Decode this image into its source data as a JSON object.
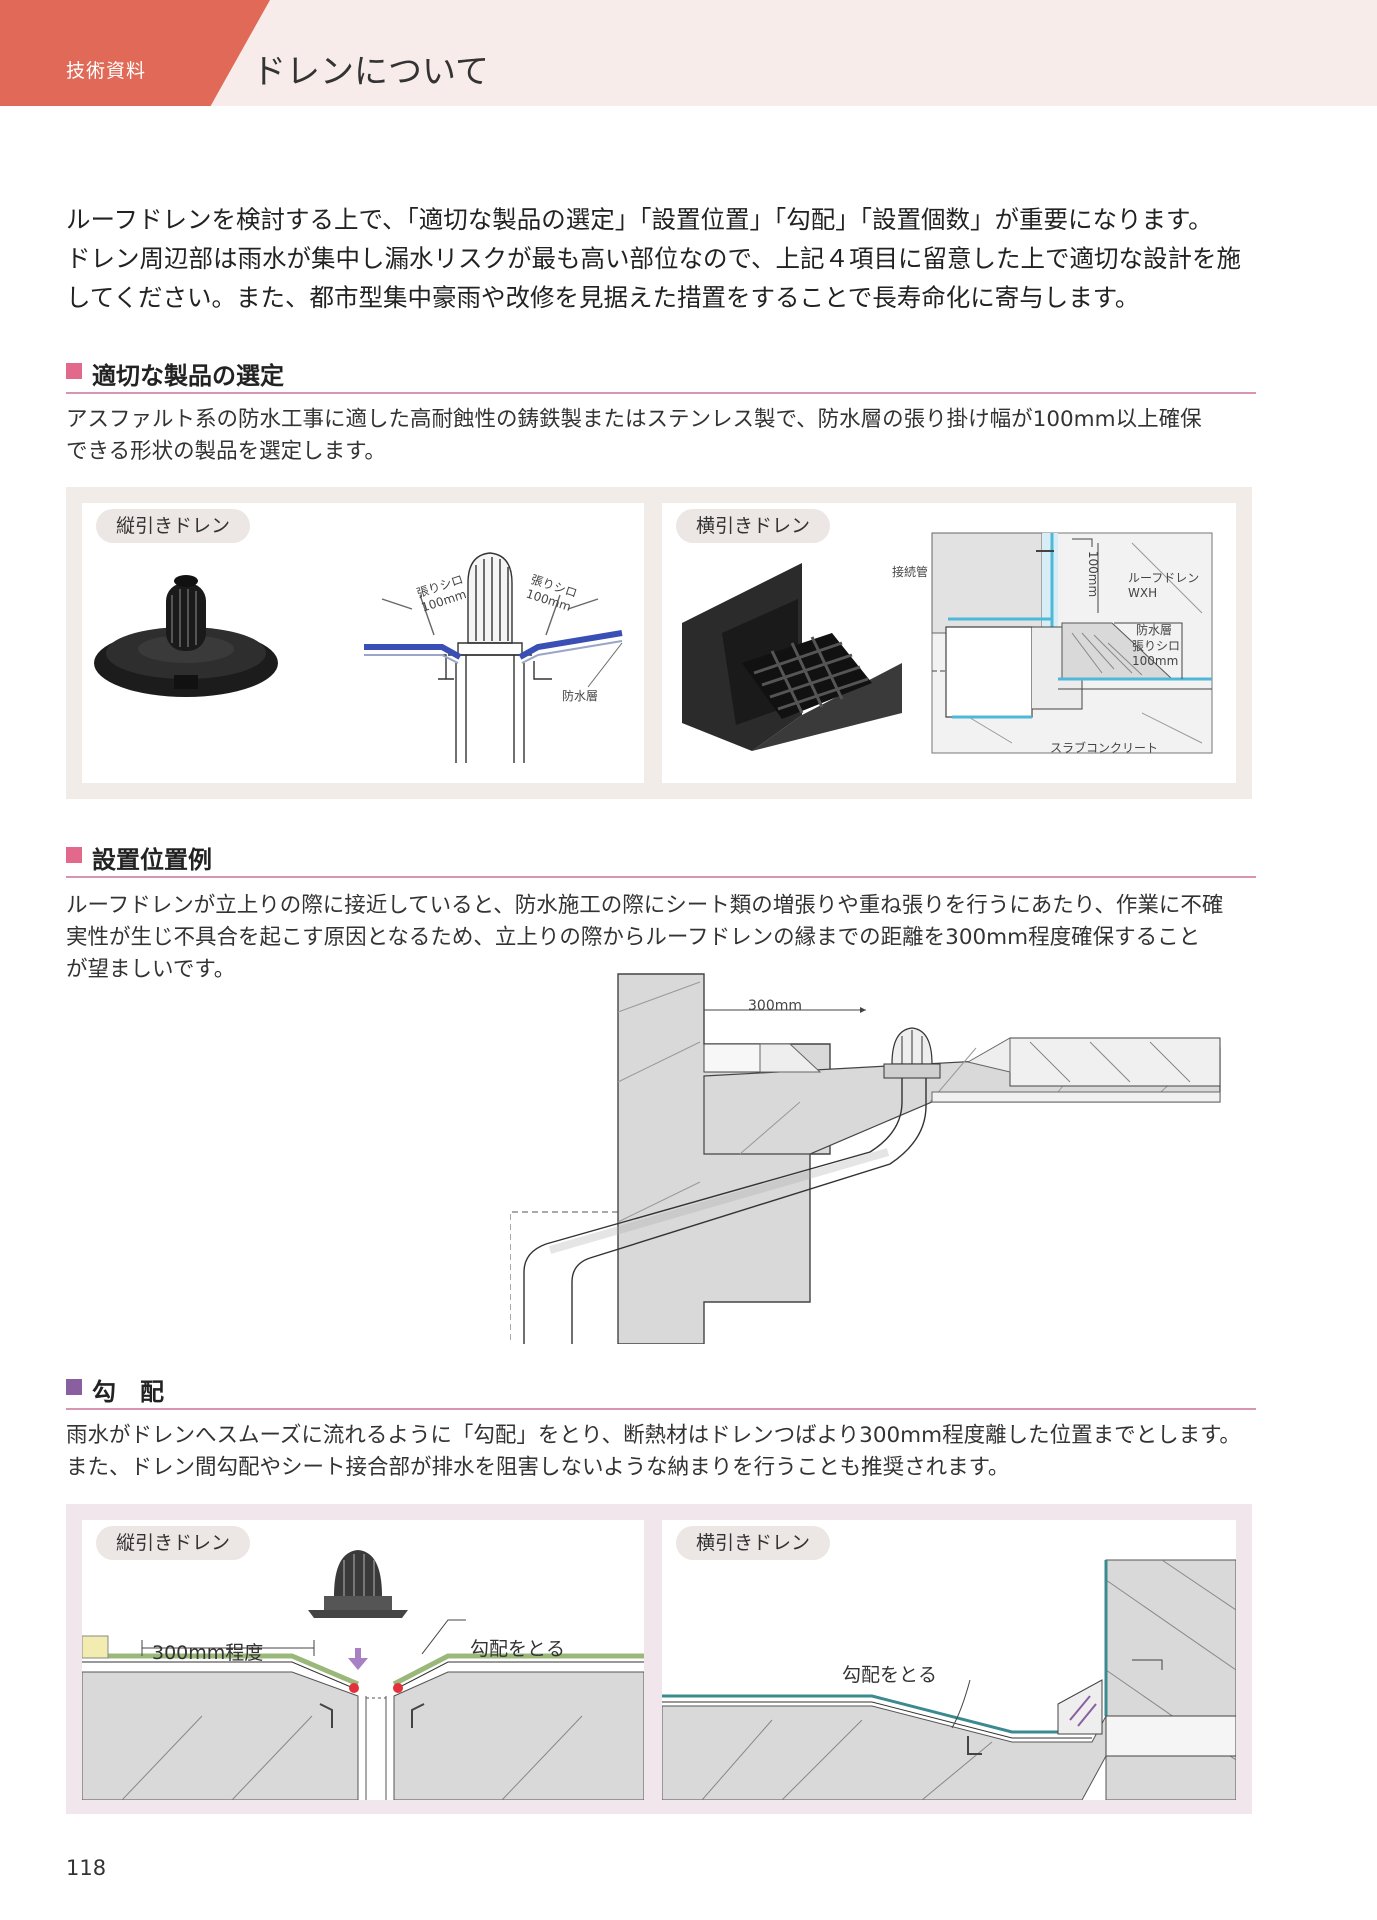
{
  "header": {
    "category": "技術資料",
    "title": "ドレンについて"
  },
  "intro": [
    "ルーフドレンを検討する上で、「適切な製品の選定」「設置位置」「勾配」「設置個数」が重要になります。",
    "ドレン周辺部は雨水が集中し漏水リスクが最も高い部位なので、上記４項目に留意した上で適切な設計を施",
    "してください。また、都市型集中豪雨や改修を見据えた措置をすることで長寿命化に寄与します。"
  ],
  "sections": {
    "selection": {
      "heading": "適切な製品の選定",
      "text": [
        "アスファルト系の防水工事に適した高耐蝕性の鋳鉄製またはステンレス製で、防水層の張り掛け幅が100mm以上確保",
        "できる形状の製品を選定します。"
      ],
      "vertical": {
        "tag": "縦引きドレン",
        "label_left": "張りシロ\n100mm",
        "label_right": "張りシロ\n100mm",
        "label_layer": "防水層"
      },
      "horizontal": {
        "tag": "横引きドレン",
        "label_pipe": "接続管",
        "label_dim": "100mm",
        "label_drain": "ルーフドレン\nWXH",
        "label_margin": "張りシロ\n100mm",
        "label_layer": "防水層",
        "label_slab": "スラブコンクリート"
      }
    },
    "position": {
      "heading": "設置位置例",
      "text": [
        "ルーフドレンが立上りの際に接近していると、防水施工の際にシート類の増張りや重ね張りを行うにあたり、作業に不確",
        "実性が生じ不具合を起こす原因となるため、立上りの際からルーフドレンの縁までの距離を300mm程度確保すること",
        "が望ましいです。"
      ],
      "dim_label": "300mm"
    },
    "slope": {
      "heading": "勾　配",
      "text": [
        "雨水がドレンへスムーズに流れるように「勾配」をとり、断熱材はドレンつばより300mm程度離した位置までとします。",
        "また、ドレン間勾配やシート接合部が排水を阻害しないような納まりを行うことも推奨されます。"
      ],
      "vertical": {
        "tag": "縦引きドレン",
        "dim_label": "300mm程度",
        "slope_label": "勾配をとる"
      },
      "horizontal": {
        "tag": "横引きドレン",
        "slope_label": "勾配をとる"
      }
    }
  },
  "page_number": "118",
  "colors": {
    "header_bg": "#f8ecea",
    "header_tag": "#e06a57",
    "section_marker": "#e3698c",
    "section_marker_slope": "#8a5fa0",
    "membrane_blue": "#3a4fb5",
    "cyan": "#4fb8d8"
  }
}
